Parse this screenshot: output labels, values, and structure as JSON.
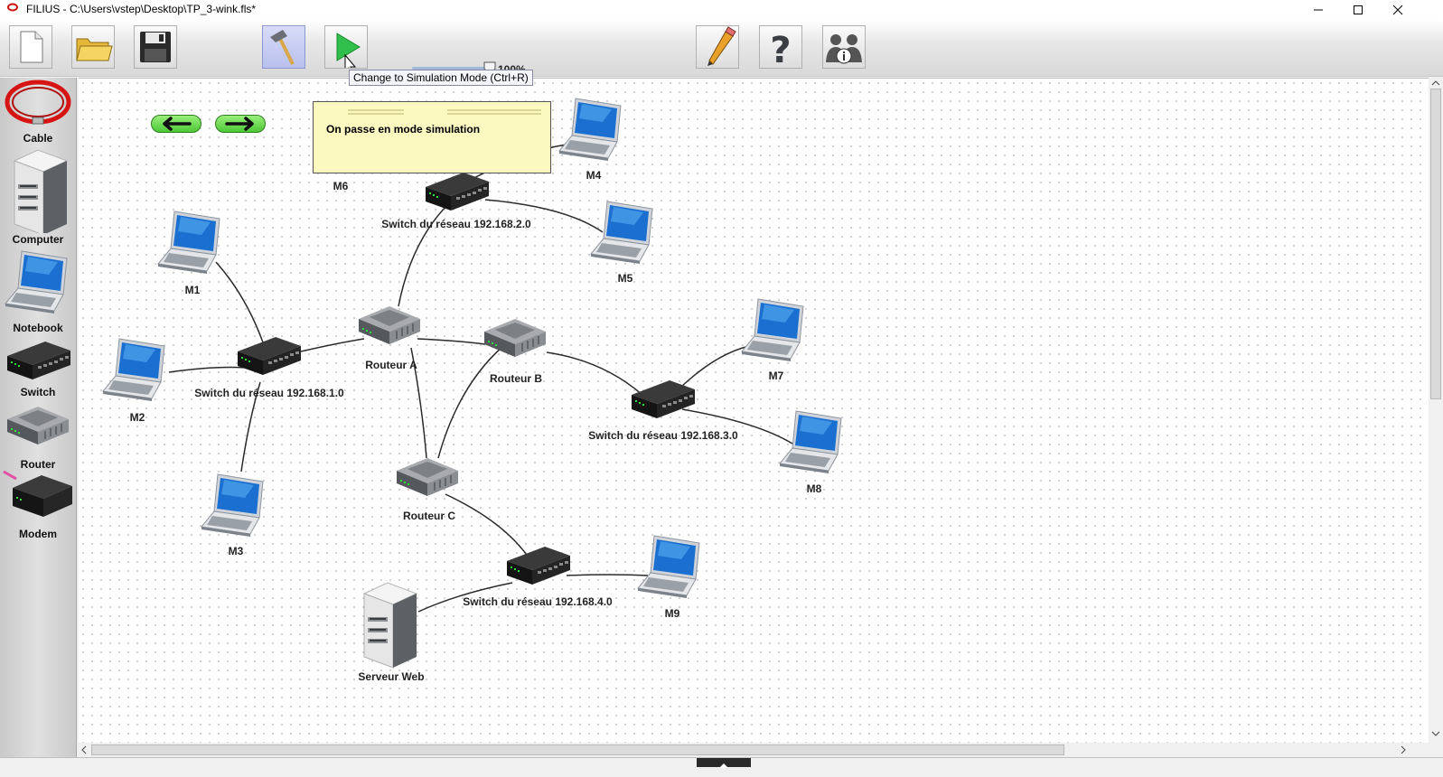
{
  "window": {
    "title": "FILIUS - C:\\Users\\vstep\\Desktop\\TP_3-wink.fls*"
  },
  "toolbar": {
    "zoom_label": "100%",
    "tooltip": "Change to Simulation Mode (Ctrl+R)",
    "buttons": [
      "new-file-icon",
      "open-folder-icon",
      "save-icon",
      "hammer-icon",
      "play-icon",
      "pencil-icon",
      "help-icon",
      "info-icon"
    ]
  },
  "palette": {
    "items": [
      "Cable",
      "Computer",
      "Notebook",
      "Switch",
      "Router",
      "Modem"
    ]
  },
  "note": {
    "text": "On passe en mode simulation"
  },
  "network": {
    "nodes": {
      "m1": "M1",
      "m2": "M2",
      "m3": "M3",
      "m4": "M4",
      "m5": "M5",
      "m6": "M6",
      "m7": "M7",
      "m8": "M8",
      "m9": "M9",
      "routeur_a": "Routeur A",
      "routeur_b": "Routeur B",
      "routeur_c": "Routeur C",
      "switch1": "Switch du réseau 192.168.1.0",
      "switch2": "Switch du réseau 192.168.2.0",
      "switch3": "Switch du réseau 192.168.3.0",
      "switch4": "Switch du réseau 192.168.4.0",
      "server": "Serveur Web"
    }
  },
  "colors": {
    "note_bg": "#fbf8c0",
    "nav_green": "#5fd445",
    "palette_bg": "#d4d4d4",
    "wire": "#222222"
  }
}
